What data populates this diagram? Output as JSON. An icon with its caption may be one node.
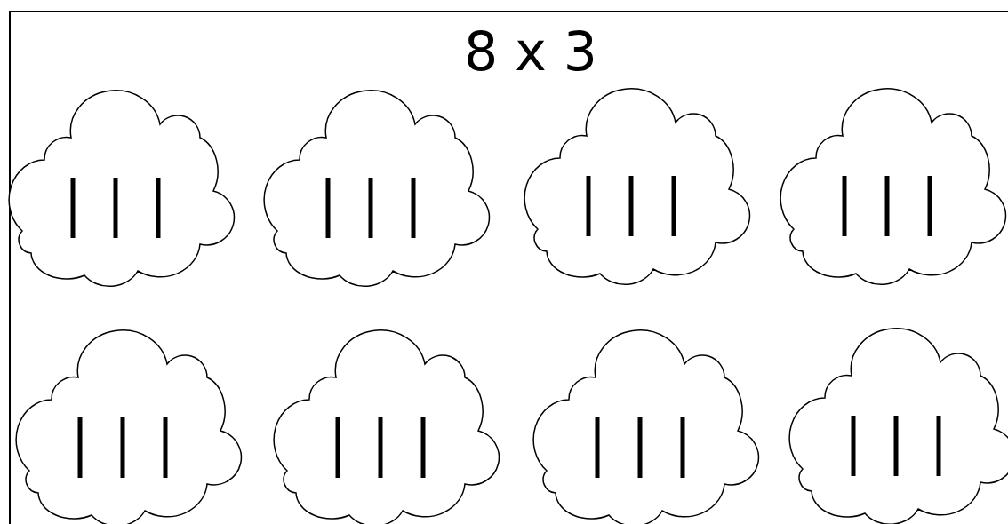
{
  "diagram": {
    "title": "8 x 3",
    "nodes": [
      {
        "text": [],
        "shape": "cloud"
      },
      {
        "text": [],
        "shape": "cloud"
      },
      {
        "text": [],
        "shape": "cloud"
      },
      {
        "text": [],
        "shape": "cloud"
      },
      {
        "text": [],
        "shape": "cloud"
      },
      {
        "text": [],
        "shape": "cloud"
      },
      {
        "text": [],
        "shape": "cloud"
      },
      {
        "text": [],
        "shape": "cloud"
      }
    ]
  }
}
